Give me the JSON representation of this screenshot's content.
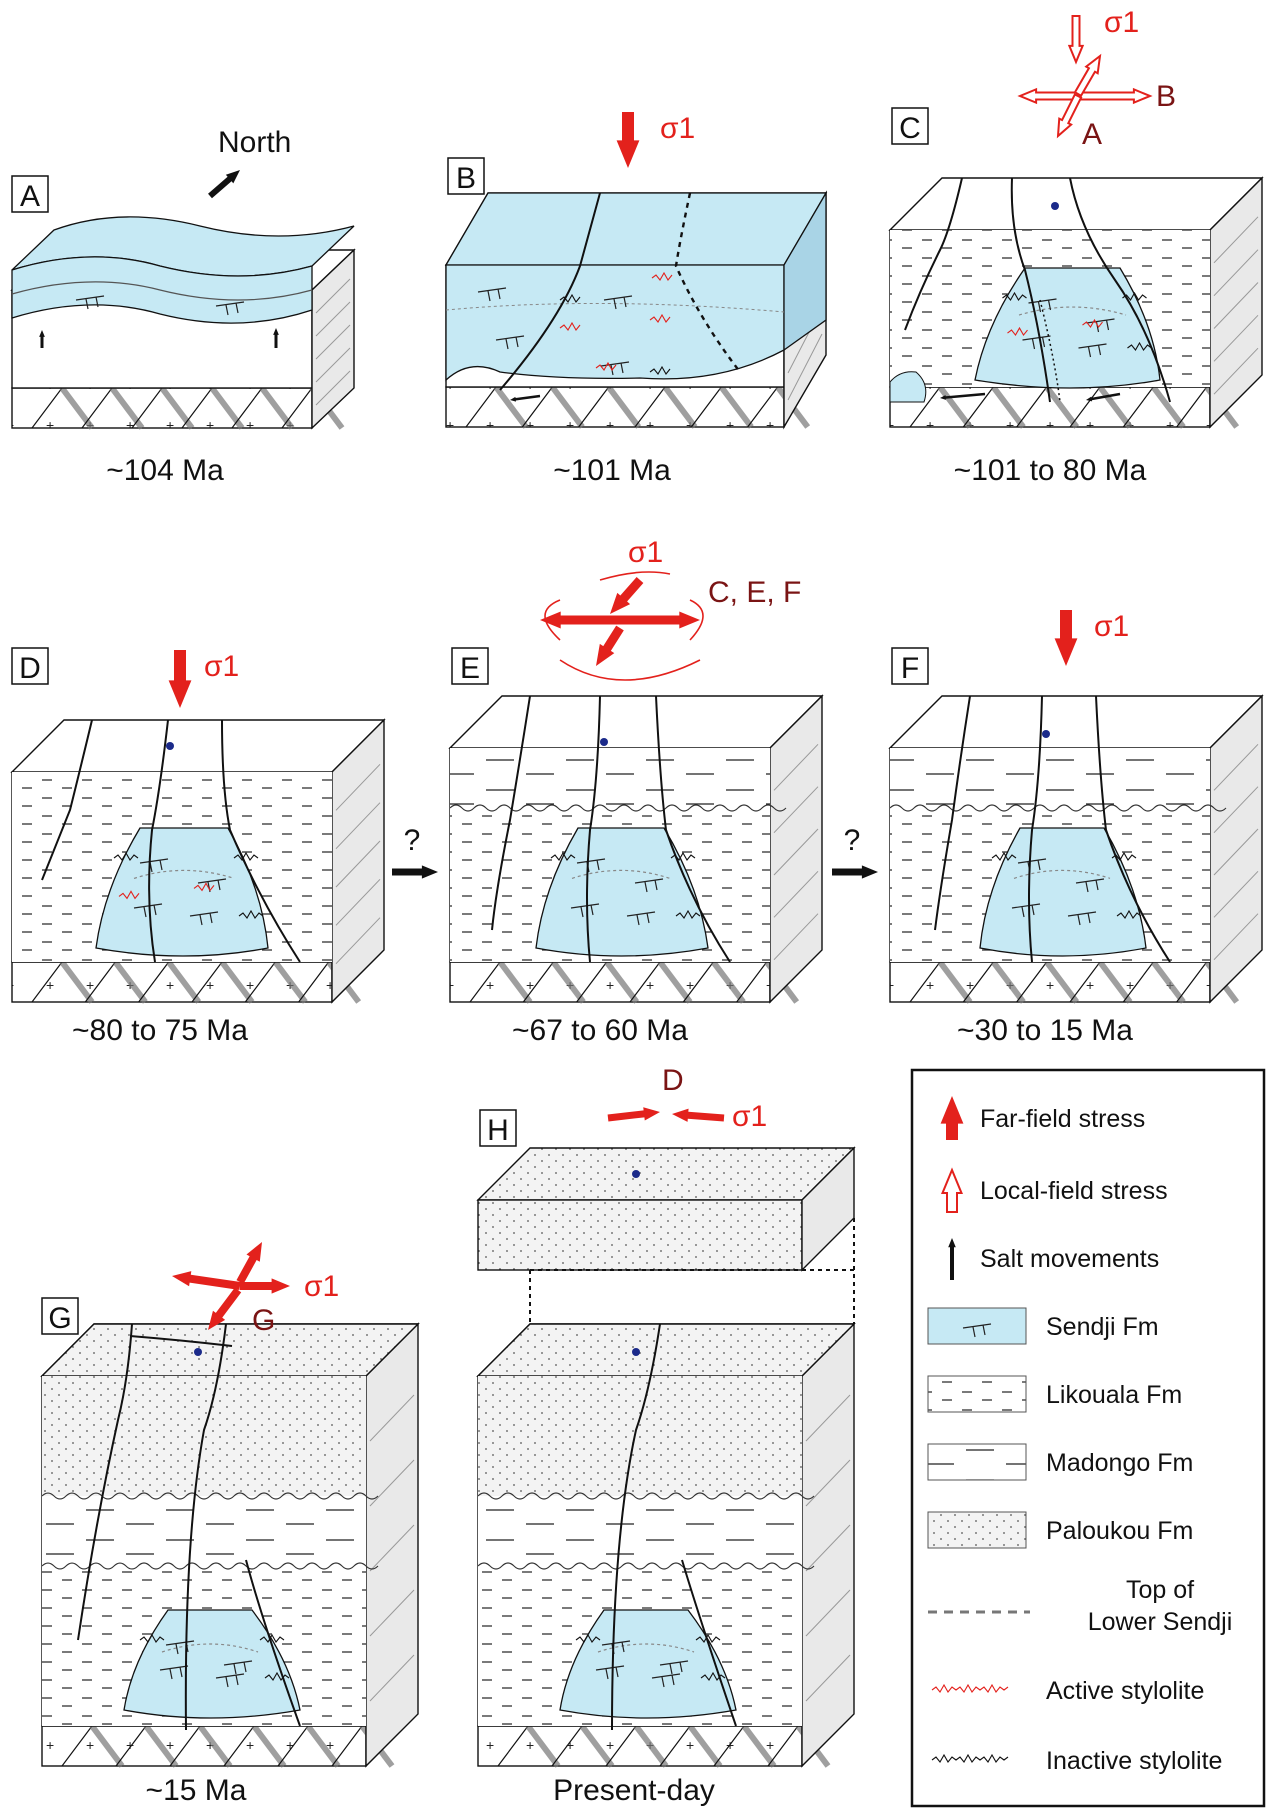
{
  "panels": [
    {
      "letter": "A",
      "date": "~104 Ma"
    },
    {
      "letter": "B",
      "date": "~101 Ma"
    },
    {
      "letter": "C",
      "date": "~101 to 80 Ma"
    },
    {
      "letter": "D",
      "date": "~80 to 75 Ma"
    },
    {
      "letter": "E",
      "date": "~67 to 60 Ma"
    },
    {
      "letter": "F",
      "date": "~30 to 15 Ma"
    },
    {
      "letter": "G",
      "date": "~15 Ma"
    },
    {
      "letter": "H",
      "date": "Present-day"
    }
  ],
  "annotations": {
    "north": "North",
    "sigma": "σ1",
    "stress_a": "A",
    "stress_b": "B",
    "stress_cef": "C, E, F",
    "stress_g": "G",
    "stress_d": "D",
    "question": "?"
  },
  "legend": {
    "items": [
      {
        "key": "far-field",
        "label": "Far-field stress"
      },
      {
        "key": "local-field",
        "label": "Local-field stress"
      },
      {
        "key": "salt",
        "label": "Salt movements"
      },
      {
        "key": "sendji",
        "label": "Sendji Fm"
      },
      {
        "key": "likouala",
        "label": "Likouala Fm"
      },
      {
        "key": "madongo",
        "label": "Madongo Fm"
      },
      {
        "key": "paloukou",
        "label": "Paloukou Fm"
      },
      {
        "key": "top-lower-sendji",
        "label": "Top of\nLower Sendji"
      },
      {
        "key": "active",
        "label": "Active stylolite"
      },
      {
        "key": "inactive",
        "label": "Inactive stylolite"
      }
    ]
  },
  "colors": {
    "sendji": "#c6e9f4",
    "stress": "#e3211c",
    "annotation": "#7a1414",
    "basement": "#dddddd",
    "side": "#e9e9e9"
  }
}
